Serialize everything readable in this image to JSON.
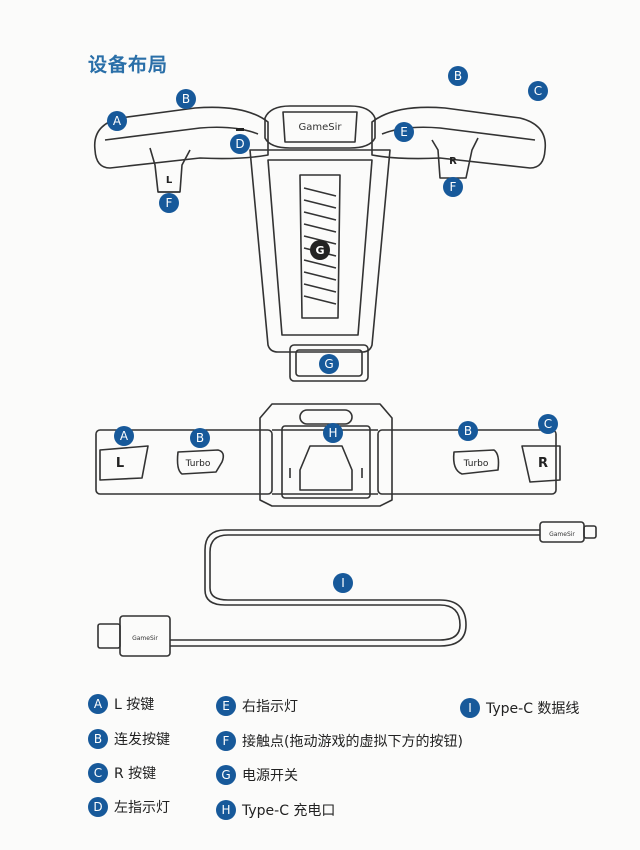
{
  "title": "设备布局",
  "device_text": {
    "logo": "GameSir",
    "left_trigger": "L",
    "right_trigger": "R",
    "turbo": "Turbo",
    "cable_logo": "GameSir"
  },
  "badges": {
    "A": "A",
    "B": "B",
    "C": "C",
    "D": "D",
    "E": "E",
    "F": "F",
    "G": "G",
    "H": "H",
    "I": "I"
  },
  "legend": [
    {
      "key": "A",
      "text": "L 按键"
    },
    {
      "key": "B",
      "text": "连发按键"
    },
    {
      "key": "C",
      "text": "R 按键"
    },
    {
      "key": "D",
      "text": "左指示灯"
    },
    {
      "key": "E",
      "text": "右指示灯"
    },
    {
      "key": "F",
      "text": "接触点(拖动游戏的虚拟下方的按钮)"
    },
    {
      "key": "G",
      "text": "电源开关"
    },
    {
      "key": "H",
      "text": "Type-C 充电口"
    },
    {
      "key": "I",
      "text": "Type-C 数据线"
    }
  ],
  "colors": {
    "accent": "#17599a",
    "title": "#2a6fa8",
    "line": "#333333"
  }
}
